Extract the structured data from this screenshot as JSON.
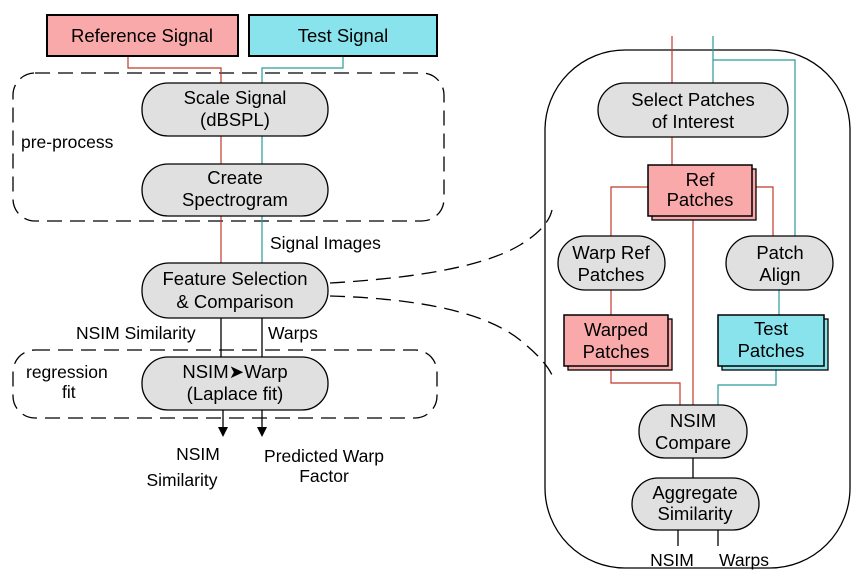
{
  "colors": {
    "red_line": "#c0392b",
    "teal_line": "#2a9a9a",
    "pink_fill": "#f9a9a9",
    "cyan_fill": "#88e3ec",
    "gray_fill": "#e0e0e0"
  },
  "boxes": {
    "reference_signal": "Reference Signal",
    "test_signal": "Test Signal"
  },
  "nodes": {
    "scale_signal": [
      "Scale Signal",
      "(dBSPL)"
    ],
    "create_spectrogram": [
      "Create",
      "Spectrogram"
    ],
    "feature_selection": [
      "Feature Selection",
      "& Comparison"
    ],
    "nsim_warp": [
      "NSIM➤Warp",
      "(Laplace fit)"
    ]
  },
  "labels": {
    "pre_process": "pre-process",
    "regression_fit": [
      "regression",
      "fit"
    ],
    "signal_images": "Signal Images",
    "nsim_similarity": "NSIM Similarity",
    "warps": "Warps",
    "output_nsim": [
      "NSIM",
      "Similarity"
    ],
    "output_warp": [
      "Predicted Warp",
      "Factor"
    ]
  },
  "detail": {
    "select_patches": [
      "Select Patches",
      "of Interest"
    ],
    "ref_patches": [
      "Ref",
      "Patches"
    ],
    "warp_ref_patches": [
      "Warp Ref",
      "Patches"
    ],
    "patch_align": [
      "Patch",
      "Align"
    ],
    "warped_patches": [
      "Warped",
      "Patches"
    ],
    "test_patches": [
      "Test",
      "Patches"
    ],
    "nsim_compare": [
      "NSIM",
      "Compare"
    ],
    "aggregate_similarity": [
      "Aggregate",
      "Similarity"
    ],
    "out_nsim": "NSIM",
    "out_warps": "Warps"
  }
}
